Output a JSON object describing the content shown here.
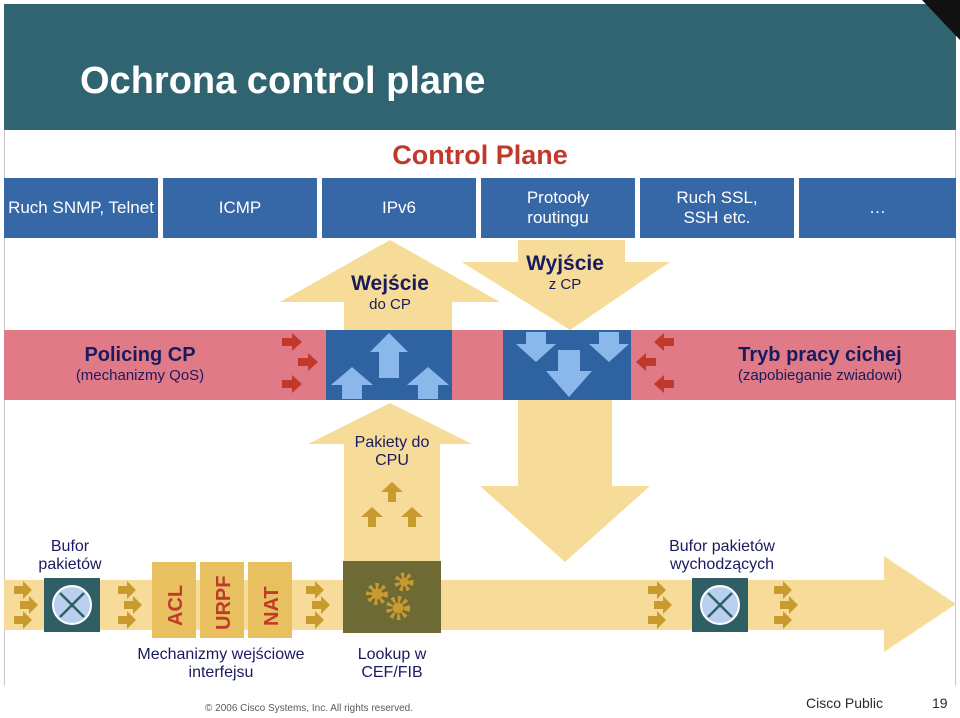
{
  "slide": {
    "title": "Ochrona control plane"
  },
  "diagram": {
    "control_plane_title": "Control Plane",
    "services": [
      "Ruch SNMP, Telnet",
      "ICMP",
      "IPv6",
      "Protooły routingu",
      "Ruch SSL, SSH etc.",
      "…"
    ],
    "input_cp": {
      "title": "Wejście",
      "sub": "do CP"
    },
    "output_cp": {
      "title": "Wyjście",
      "sub": "z CP"
    },
    "policing": {
      "title": "Policing CP",
      "sub": "(mechanizmy QoS)"
    },
    "silent_mode": {
      "title": "Tryb pracy cichej",
      "sub": "(zapobieganie zwiadowi)"
    },
    "packets_to_cpu": "Pakiety do CPU",
    "input_buffer": "Bufor pakietów",
    "output_buffer": "Bufor pakietów wychodzących",
    "features": [
      "ACL",
      "URPF",
      "NAT"
    ],
    "input_features_label": "Mechanizmy wejściowe interfejsu",
    "lookup_label": "Lookup w CEF/FIB",
    "colors": {
      "title_bar": "#2f6470",
      "service_box": "#3668a8",
      "red_band": "#e07a86",
      "arrow_fill": "#f6dc98",
      "arrow_dark": "#c99a2e",
      "red_arrow": "#c0392b",
      "blue_box": "#2f62a0",
      "light_blue_arrow": "#8ab8ea",
      "gear_box": "#6e6a35",
      "buffer_box": "#2f5e64"
    }
  },
  "footer": {
    "copyright": "© 2006 Cisco Systems, Inc. All rights reserved.",
    "label": "Cisco Public",
    "page": "19"
  }
}
